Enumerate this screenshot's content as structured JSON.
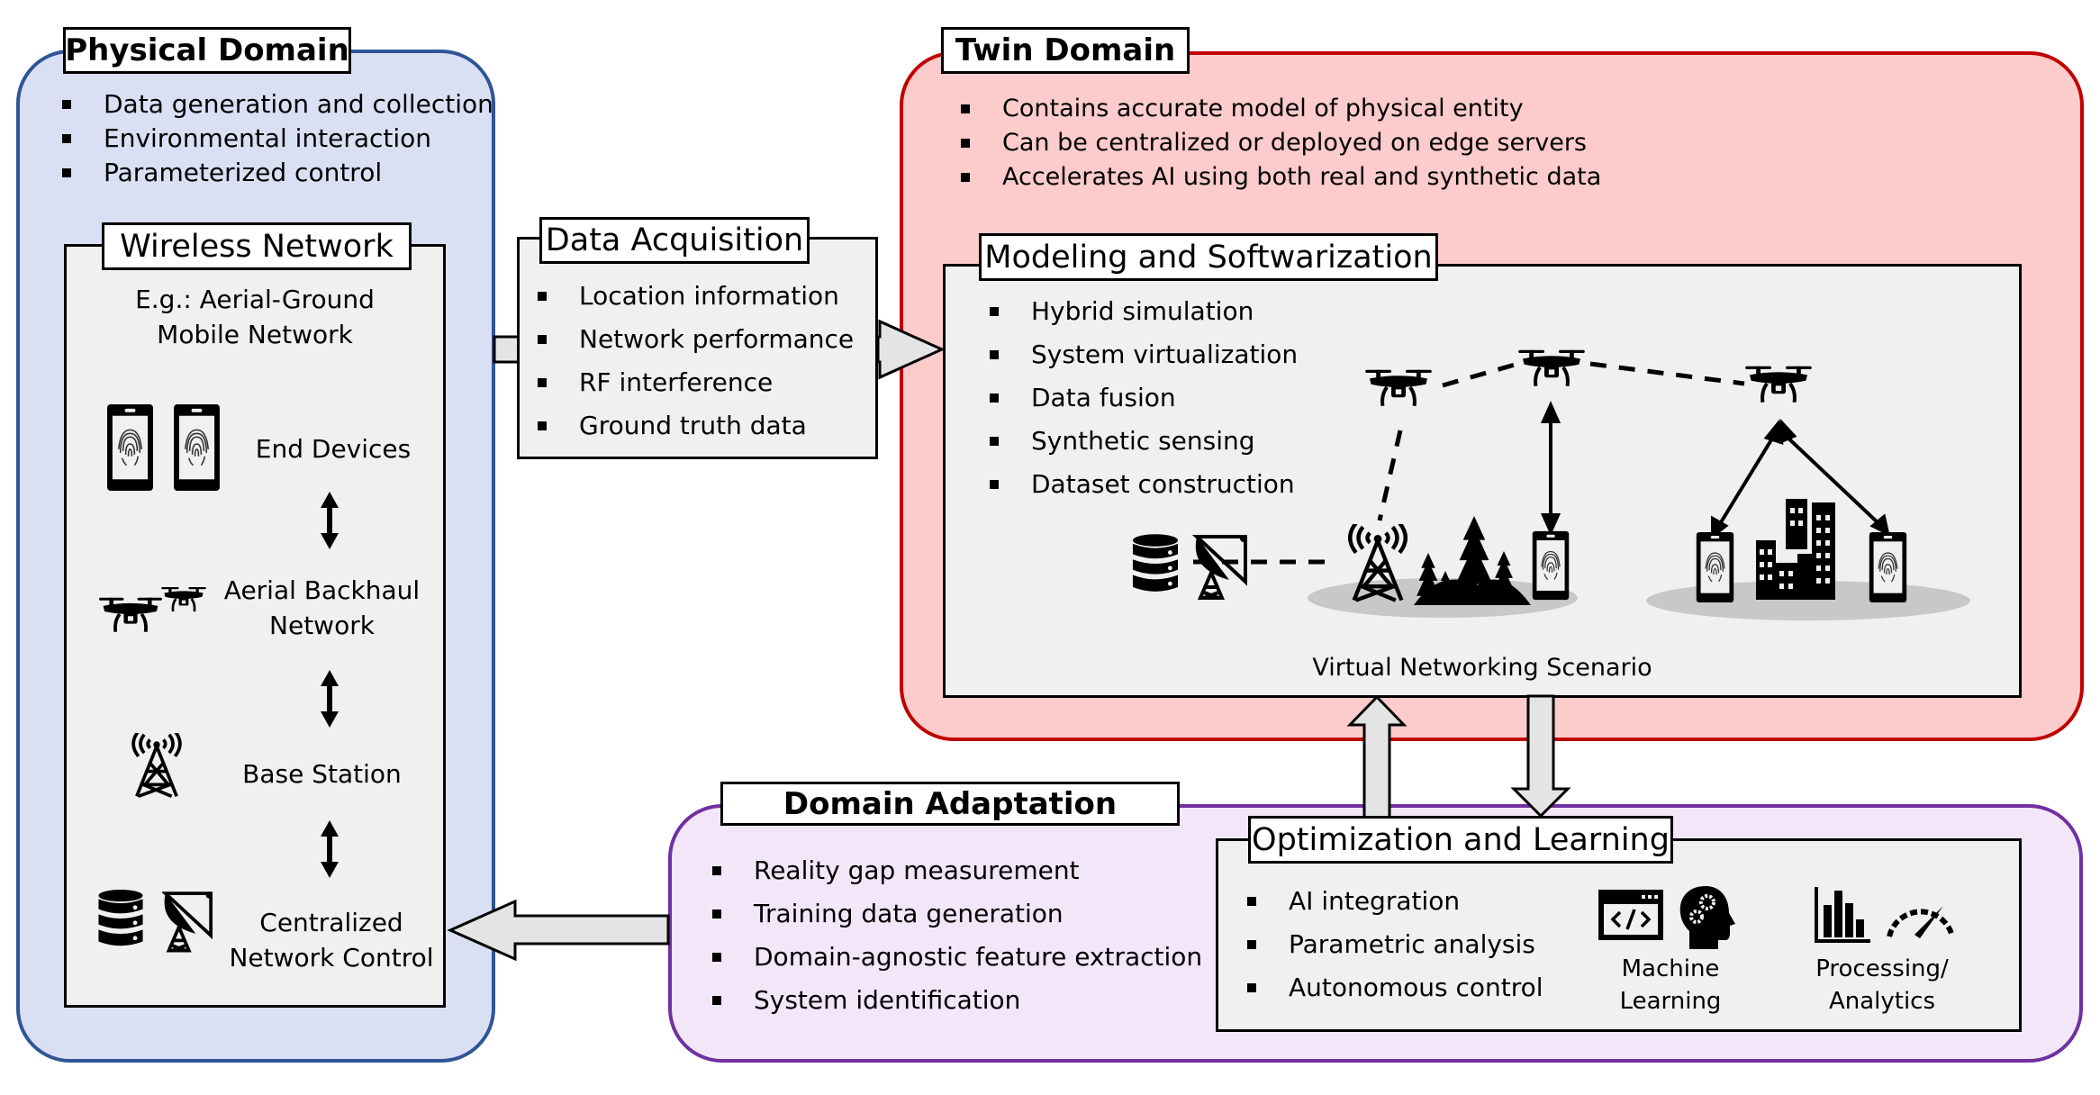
{
  "physical_domain": {
    "title": "Physical Domain",
    "color": "#2f5597",
    "fill": "#dae0f3",
    "bullets": [
      "Data generation and collection",
      "Environmental interaction",
      "Parameterized control"
    ],
    "wireless_network": {
      "title": "Wireless Network",
      "subtitle_line1": "E.g.: Aerial-Ground",
      "subtitle_line2": "Mobile Network",
      "layers": [
        {
          "label_line1": "End Devices",
          "label_line2": "",
          "icon": "smartphone-fingerprint-icon"
        },
        {
          "label_line1": "Aerial Backhaul",
          "label_line2": "Network",
          "icon": "drone-icon"
        },
        {
          "label_line1": "Base Station",
          "label_line2": "",
          "icon": "cell-tower-icon"
        },
        {
          "label_line1": "Centralized",
          "label_line2": "Network Control",
          "icon": "database-satellite-dish-icon"
        }
      ]
    }
  },
  "data_acquisition": {
    "title": "Data Acquisition",
    "bullets": [
      "Location information",
      "Network performance",
      "RF interference",
      "Ground truth data"
    ]
  },
  "twin_domain": {
    "title": "Twin Domain",
    "color": "#c00000",
    "fill": "#fccbcb",
    "bullets": [
      "Contains accurate model of physical entity",
      "Can be centralized or deployed on edge servers",
      "Accelerates AI using both real and synthetic data"
    ],
    "modeling": {
      "title": "Modeling and Softwarization",
      "bullets": [
        "Hybrid simulation",
        "System virtualization",
        "Data fusion",
        "Synthetic sensing",
        "Dataset construction"
      ],
      "scenario_caption": "Virtual Networking Scenario"
    }
  },
  "domain_adaptation": {
    "title": "Domain Adaptation",
    "color": "#7030a0",
    "fill": "#f3e6f8",
    "bullets": [
      "Reality gap measurement",
      "Training data generation",
      "Domain-agnostic feature extraction",
      "System identification"
    ],
    "optimization": {
      "title": "Optimization and Learning",
      "bullets": [
        "AI integration",
        "Parametric analysis",
        "Autonomous control"
      ],
      "tools": [
        {
          "line1": "Machine",
          "line2": "Learning",
          "icon": "machine-learning-icon"
        },
        {
          "line1": "Processing/",
          "line2": "Analytics",
          "icon": "analytics-icon"
        }
      ]
    }
  }
}
